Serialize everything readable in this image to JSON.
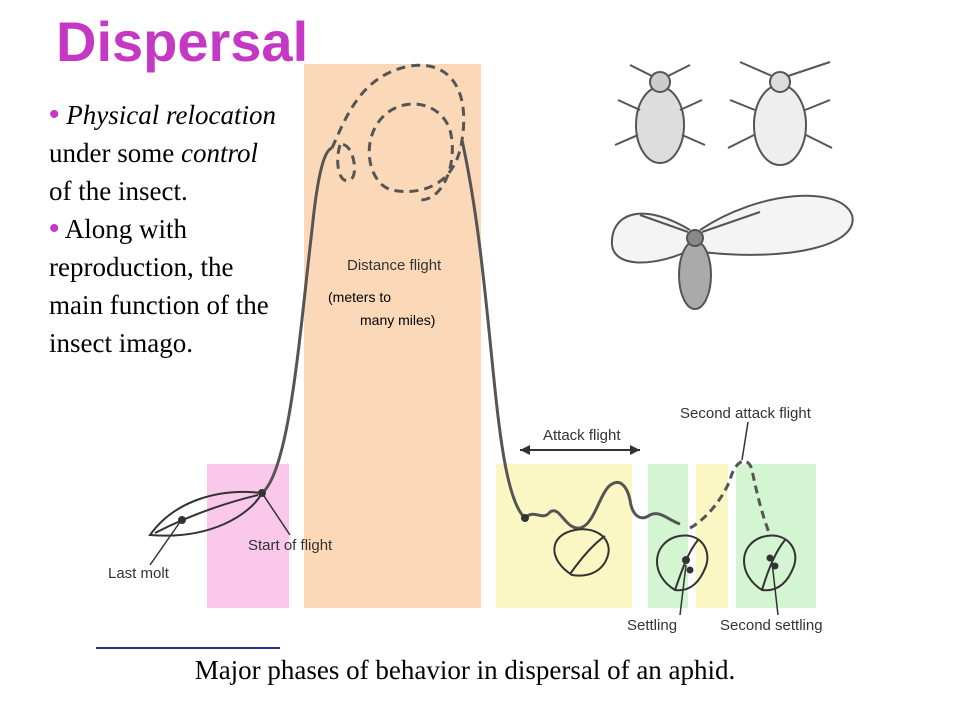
{
  "title": "Dispersal",
  "bullets": [
    {
      "parts": [
        {
          "text": "Physical relocation",
          "italic": true
        },
        {
          "text": " under some ",
          "italic": false
        },
        {
          "text": "control",
          "italic": true
        },
        {
          "text": " of the insect.",
          "italic": false
        }
      ]
    },
    {
      "parts": [
        {
          "text": "Along with reproduction, the main function of the insect imago.",
          "italic": false
        }
      ]
    }
  ],
  "labels": {
    "distance_flight": "Distance flight",
    "meters_line1": "(meters to",
    "meters_line2": "many miles)",
    "attack_flight": "Attack flight",
    "second_attack_flight": "Second attack flight",
    "start_of_flight": "Start of flight",
    "last_molt": "Last molt",
    "settling": "Settling",
    "second_settling": "Second settling"
  },
  "caption": "Major phases of behavior in dispersal of an aphid.",
  "colors": {
    "title": "#c438c4",
    "bullet": "#c438c4",
    "pink_band": "#f9c8ea",
    "orange_band": "#fbd9b8",
    "yellow_band": "#fbf7c4",
    "green_band": "#d4f5d2"
  }
}
